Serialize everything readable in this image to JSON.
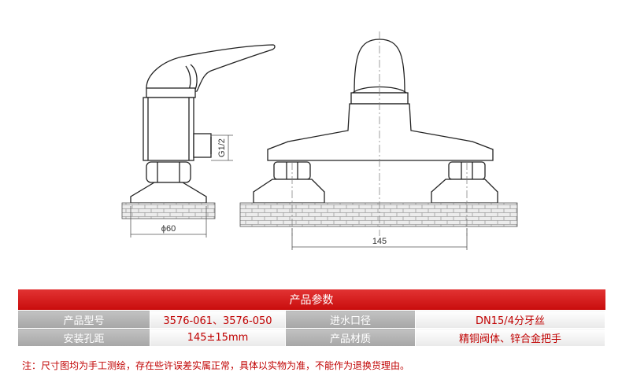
{
  "drawing": {
    "dimensions": {
      "thread": "G1/2",
      "diameter": "ϕ60",
      "spacing": "145"
    },
    "colors": {
      "line": "#222222",
      "dim": "#555555",
      "tile": "#bdbdbd"
    }
  },
  "specs": {
    "title": "产品参数",
    "rows": [
      {
        "label1": "产品型号",
        "value1": "3576-061、3576-050",
        "label2": "进水口径",
        "value2": "DN15/4分牙丝"
      },
      {
        "label1": "安装孔距",
        "value1": "145±15mm",
        "label2": "产品材质",
        "value2": "精铜阀体、锌合金把手"
      }
    ]
  },
  "note": "注：尺寸图均为手工测绘，存在些许误差实属正常，具体以实物为准，不能作为退换货理由。",
  "colors": {
    "header": "#d41e1e",
    "label": "#b4b4b4",
    "value_text": "#c00000",
    "note_text": "#c00000"
  }
}
